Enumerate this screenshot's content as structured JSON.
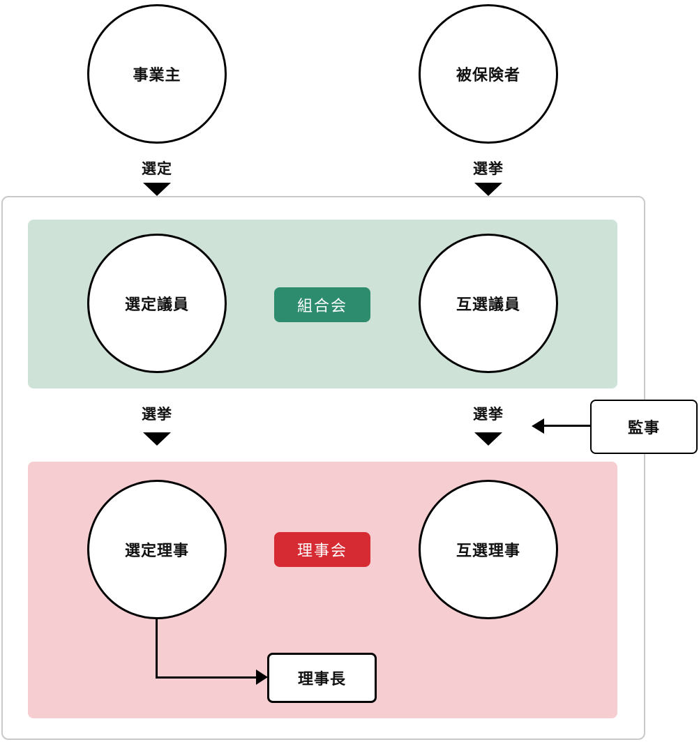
{
  "diagram": {
    "actors": {
      "employer": "事業主",
      "insured": "被保険者"
    },
    "arrows": {
      "employer_to_assembly": "選定",
      "insured_to_assembly": "選挙",
      "assembly_left_to_board": "選挙",
      "assembly_right_to_board": "選挙"
    },
    "assembly": {
      "badge": "組合会",
      "left_member": "選定議員",
      "right_member": "互選議員"
    },
    "board": {
      "badge": "理事会",
      "left_member": "選定理事",
      "right_member": "互選理事",
      "president": "理事長"
    },
    "auditor": "監事",
    "colors": {
      "assembly_band": "#cfe2d7",
      "assembly_badge": "#2e8c6e",
      "board_band": "#f6ced2",
      "board_badge": "#d62b33",
      "outer_border": "#c9c9c9",
      "line": "#000000"
    }
  }
}
